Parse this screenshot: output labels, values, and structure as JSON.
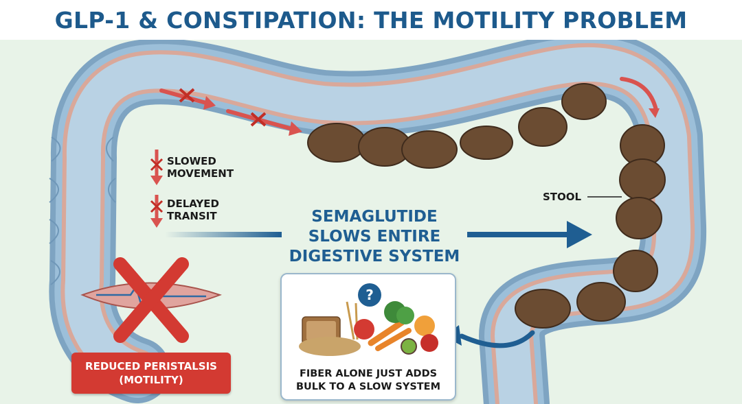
{
  "title": "GLP-1 & CONSTIPATION: THE MOTILITY PROBLEM",
  "labels": {
    "slowed": [
      "SLOWED",
      "MOVEMENT"
    ],
    "delayed": [
      "DELAYED",
      "TRANSIT"
    ],
    "stool": "STOOL"
  },
  "center_message": [
    "SEMAGLUTIDE",
    "SLOWS ENTIRE",
    "DIGESTIVE SYSTEM"
  ],
  "peristalsis": [
    "REDUCED PERISTALSIS",
    "(MOTILITY)"
  ],
  "fiber_card": {
    "badge": "?",
    "caption": [
      "FIBER ALONE JUST ADDS",
      "BULK TO A SLOW SYSTEM"
    ]
  },
  "colors": {
    "title": "#1d5a8c",
    "accent_blue": "#1f5e92",
    "alert_red": "#d33a32",
    "stool_brown": "#6b4c32",
    "colon_blue": "#8fb3cf",
    "background": "#e8f3e8"
  }
}
